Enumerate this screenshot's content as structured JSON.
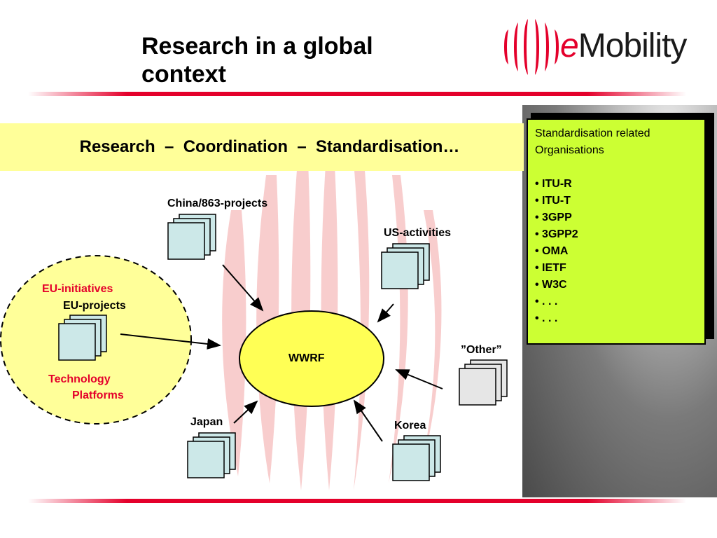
{
  "slide": {
    "title": "Research in a global context",
    "logo_prefix": "e",
    "logo_rest": "Mobility",
    "banner": "Research  –  Coordination  –  Standardisation…"
  },
  "org_box": {
    "heading": "Standardisation related Organisations",
    "items": [
      "• ITU-R",
      "• ITU-T",
      "• 3GPP",
      "• 3GPP2",
      "• OMA",
      "• IETF",
      "• W3C",
      "• . . .",
      "• . . ."
    ]
  },
  "diagram": {
    "center": "WWRF",
    "nodes": {
      "china": "China/863-projects",
      "us": "US-activities",
      "eu_initiatives": "EU-initiatives",
      "eu_projects": "EU-projects",
      "tech_line1": "Technology",
      "tech_line2": "Platforms",
      "other": "”Other”",
      "japan": "Japan",
      "korea": "Korea"
    }
  },
  "colors": {
    "brand_red": "#e4002b",
    "banner_yellow": "#ffff99",
    "org_box_green": "#ccff33",
    "wwrf_yellow": "#ffff55",
    "stack_blue": "#cce8e8",
    "other_gray": "#e6e6e6",
    "eu_circle": "#ffff99"
  }
}
